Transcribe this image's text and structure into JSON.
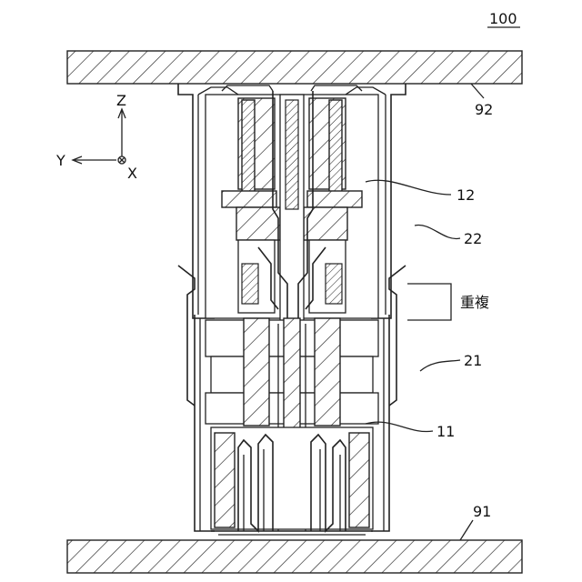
{
  "figure": {
    "ref_main": "100",
    "labels": {
      "board_top": "92",
      "board_bottom": "91",
      "connector_12": "12",
      "connector_22": "22",
      "connector_21": "21",
      "connector_11": "11",
      "overlap": "重複"
    },
    "axes": {
      "z": "Z",
      "y": "Y",
      "x": "X"
    }
  }
}
